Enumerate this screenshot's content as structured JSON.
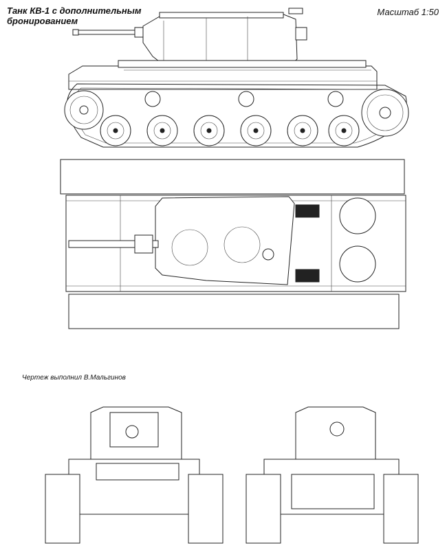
{
  "title": {
    "line1": "Танк КВ-1 с дополнительным",
    "line2": "бронированием"
  },
  "scale": "Масштаб 1:50",
  "credit": "Чертеж выполнил В.Мальгинов"
}
